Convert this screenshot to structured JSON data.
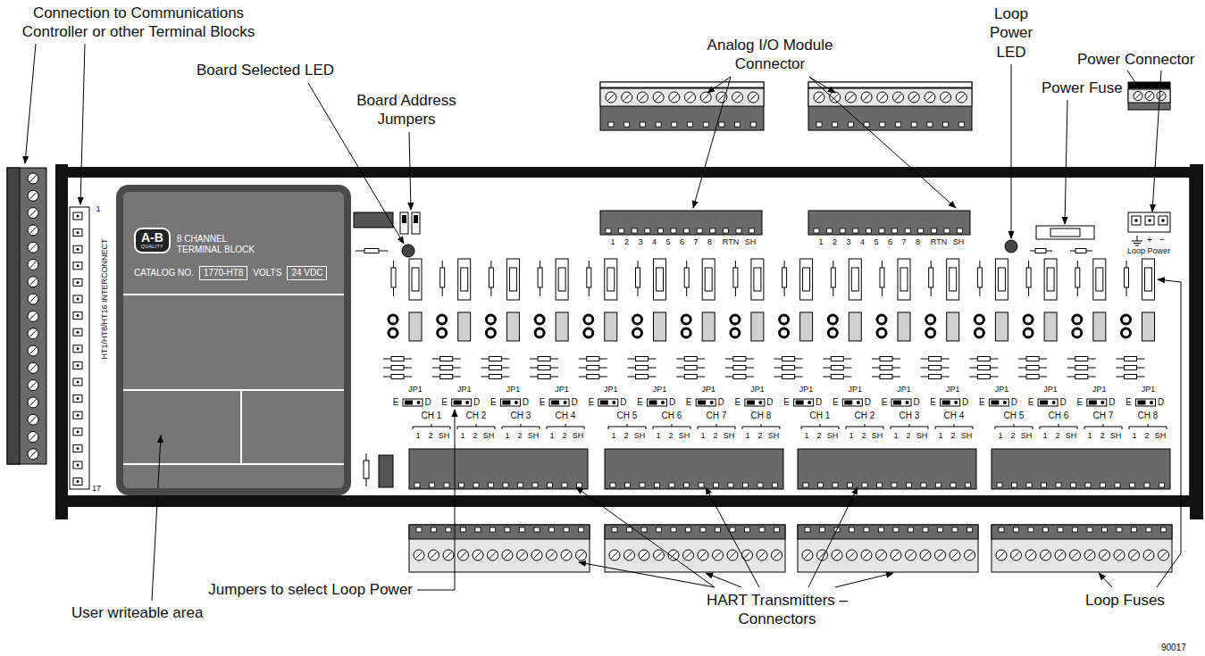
{
  "diagram": {
    "nodes": [
      {
        "text": [
          "8 CHANNEL TERMINAL BLOCK",
          "CATALOG NO.",
          "VOLTS"
        ]
      },
      {
        "text": [
          "A-B",
          "QUALITY"
        ],
        "in": 0
      },
      {
        "text": [
          "1770-HT8"
        ],
        "in": 0
      },
      {
        "text": [
          "24 VDC"
        ],
        "in": 0
      }
    ],
    "labels": [
      "Connection to Communications Controller or other Terminal Blocks",
      "Board Selected LED",
      "Board Address Jumpers",
      "Analog I/O Module Connector",
      "Loop Power LED",
      "Power Fuse",
      "Power Connector",
      "User writeable area",
      "Jumpers to select Loop Power",
      "HART Transmitters – Connectors",
      "Loop Fuses",
      "90017",
      "HT1/HT8/HT16 INTERCONNECT",
      "1",
      "17",
      "Loop Power",
      "+",
      "−",
      "1",
      "2",
      "3",
      "4",
      "5",
      "6",
      "7",
      "8",
      "RTN",
      "SH",
      "1",
      "2",
      "3",
      "4",
      "5",
      "6",
      "7",
      "8",
      "RTN",
      "SH",
      "JP1",
      "E",
      "D",
      "CH 1",
      "1",
      "2",
      "SH",
      "JP1",
      "E",
      "D",
      "CH 2",
      "1",
      "2",
      "SH",
      "JP1",
      "E",
      "D",
      "CH 3",
      "1",
      "2",
      "SH",
      "JP1",
      "E",
      "D",
      "CH 4",
      "1",
      "2",
      "SH",
      "JP1",
      "E",
      "D",
      "CH 5",
      "1",
      "2",
      "SH",
      "JP1",
      "E",
      "D",
      "CH 6",
      "1",
      "2",
      "SH",
      "JP1",
      "E",
      "D",
      "CH 7",
      "1",
      "2",
      "SH",
      "JP1",
      "E",
      "D",
      "CH 8",
      "1",
      "2",
      "SH",
      "JP1",
      "E",
      "D",
      "CH 1",
      "1",
      "2",
      "SH",
      "JP1",
      "E",
      "D",
      "CH 2",
      "1",
      "2",
      "SH",
      "JP1",
      "E",
      "D",
      "CH 3",
      "1",
      "2",
      "SH",
      "JP1",
      "E",
      "D",
      "CH 4",
      "1",
      "2",
      "SH",
      "JP1",
      "E",
      "D",
      "CH 5",
      "1",
      "2",
      "SH",
      "JP1",
      "E",
      "D",
      "CH 6",
      "1",
      "2",
      "SH",
      "JP1",
      "E",
      "D",
      "CH 7",
      "1",
      "2",
      "SH",
      "JP1",
      "E",
      "D",
      "CH 8",
      "1",
      "2",
      "SH"
    ]
  }
}
